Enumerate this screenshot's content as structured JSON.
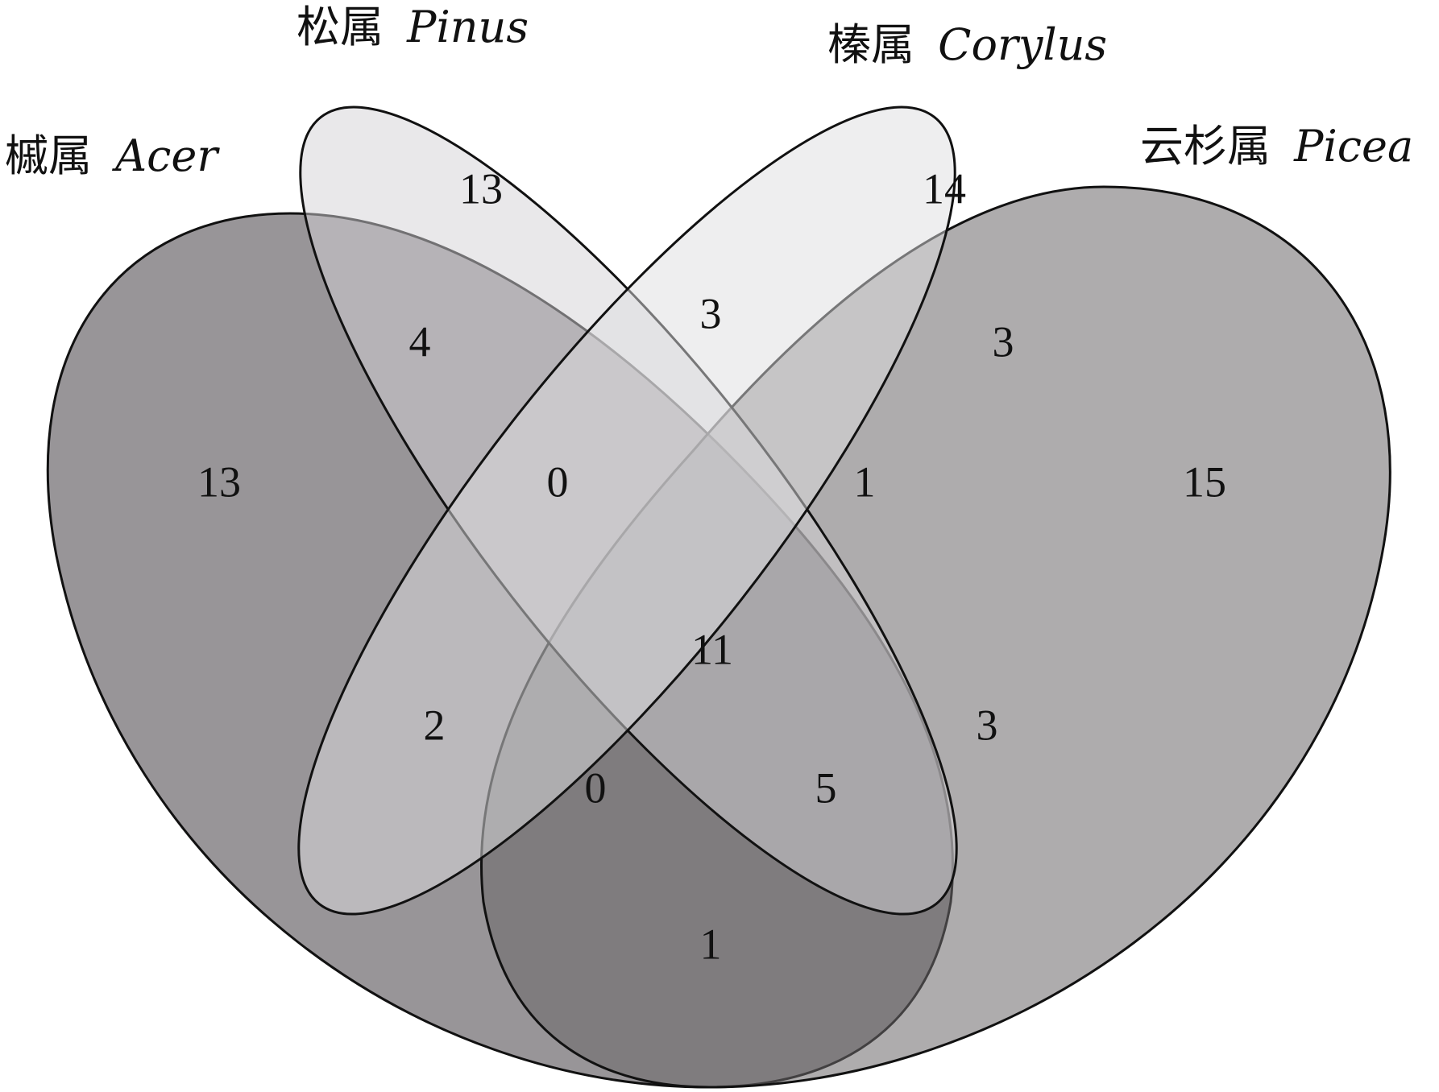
{
  "sets": [
    {
      "key": "acer",
      "cn": "槭属",
      "latin": "Acer",
      "color": "#7e7b7e"
    },
    {
      "key": "pinus",
      "cn": "松属",
      "latin": "Pinus",
      "color": "#d3d2d5"
    },
    {
      "key": "corylus",
      "cn": "榛属",
      "latin": "Corylus",
      "color": "#dedde0"
    },
    {
      "key": "picea",
      "cn": "云杉属",
      "latin": "Picea",
      "color": "#6b6869"
    }
  ],
  "regions": [
    {
      "sets": [
        "pinus"
      ],
      "count": "13"
    },
    {
      "sets": [
        "corylus"
      ],
      "count": "14"
    },
    {
      "sets": [
        "acer"
      ],
      "count": "13"
    },
    {
      "sets": [
        "picea"
      ],
      "count": "15"
    },
    {
      "sets": [
        "pinus",
        "corylus"
      ],
      "count": "3"
    },
    {
      "sets": [
        "acer",
        "pinus"
      ],
      "count": "4"
    },
    {
      "sets": [
        "corylus",
        "picea"
      ],
      "count": "3"
    },
    {
      "sets": [
        "acer",
        "pinus",
        "corylus"
      ],
      "count": "0"
    },
    {
      "sets": [
        "pinus",
        "corylus",
        "picea"
      ],
      "count": "1"
    },
    {
      "sets": [
        "acer",
        "pinus",
        "corylus",
        "picea"
      ],
      "count": "11"
    },
    {
      "sets": [
        "acer",
        "corylus"
      ],
      "count": "2"
    },
    {
      "sets": [
        "pinus",
        "picea"
      ],
      "count": "3"
    },
    {
      "sets": [
        "acer",
        "corylus",
        "picea"
      ],
      "count": "0"
    },
    {
      "sets": [
        "acer",
        "pinus",
        "picea"
      ],
      "count": "5"
    },
    {
      "sets": [
        "acer",
        "picea"
      ],
      "count": "1"
    }
  ]
}
